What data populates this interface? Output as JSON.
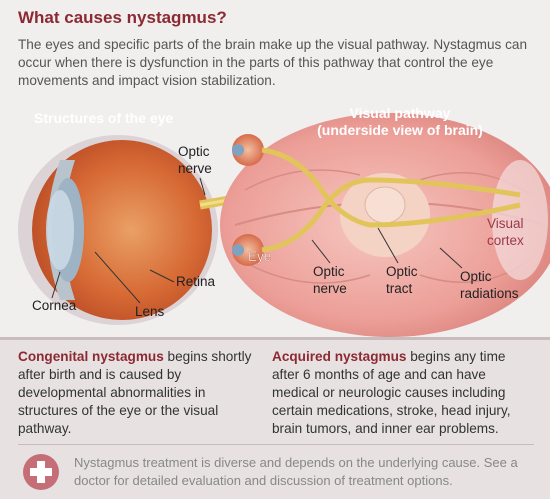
{
  "header": {
    "title": "What causes nystagmus?",
    "intro": "The eyes and specific parts of the brain make up the visual pathway. Nystagmus can occur when there is dysfunction in the parts of this pathway that control the eye movements and impact vision stabilization."
  },
  "diagram": {
    "eye_section_title": "Structures of the eye",
    "brain_section_title_1": "Visual pathway",
    "brain_section_title_2": "(underside view of brain)",
    "labels": {
      "optic_nerve_eye_1": "Optic",
      "optic_nerve_eye_2": "nerve",
      "retina": "Retina",
      "cornea": "Cornea",
      "lens": "Lens",
      "eye": "Eye",
      "optic_nerve_brain_1": "Optic",
      "optic_nerve_brain_2": "nerve",
      "optic_tract_1": "Optic",
      "optic_tract_2": "tract",
      "optic_radiations_1": "Optic",
      "optic_radiations_2": "radiations",
      "visual_cortex_1": "Visual",
      "visual_cortex_2": "cortex"
    }
  },
  "info": {
    "congenital_term": "Congenital nystagmus",
    "congenital_text": " begins shortly after birth and is caused by developmental abnormalities in structures of the eye or the visual pathway.",
    "acquired_term": "Acquired nystagmus",
    "acquired_text": " begins any time after 6 months of age and can have medical or neurologic causes including certain medications, stroke, head injury, brain tumors, and inner ear problems."
  },
  "footer": {
    "text": "Nystagmus treatment is diverse and depends on the underlying cause. See a doctor for detailed evaluation and discussion of treatment options."
  },
  "colors": {
    "title": "#8c2a33",
    "label_dark": "#222222",
    "label_light": "#ffffff",
    "brain_label": "#9b3a4a",
    "nerve": "#e2c55a"
  }
}
